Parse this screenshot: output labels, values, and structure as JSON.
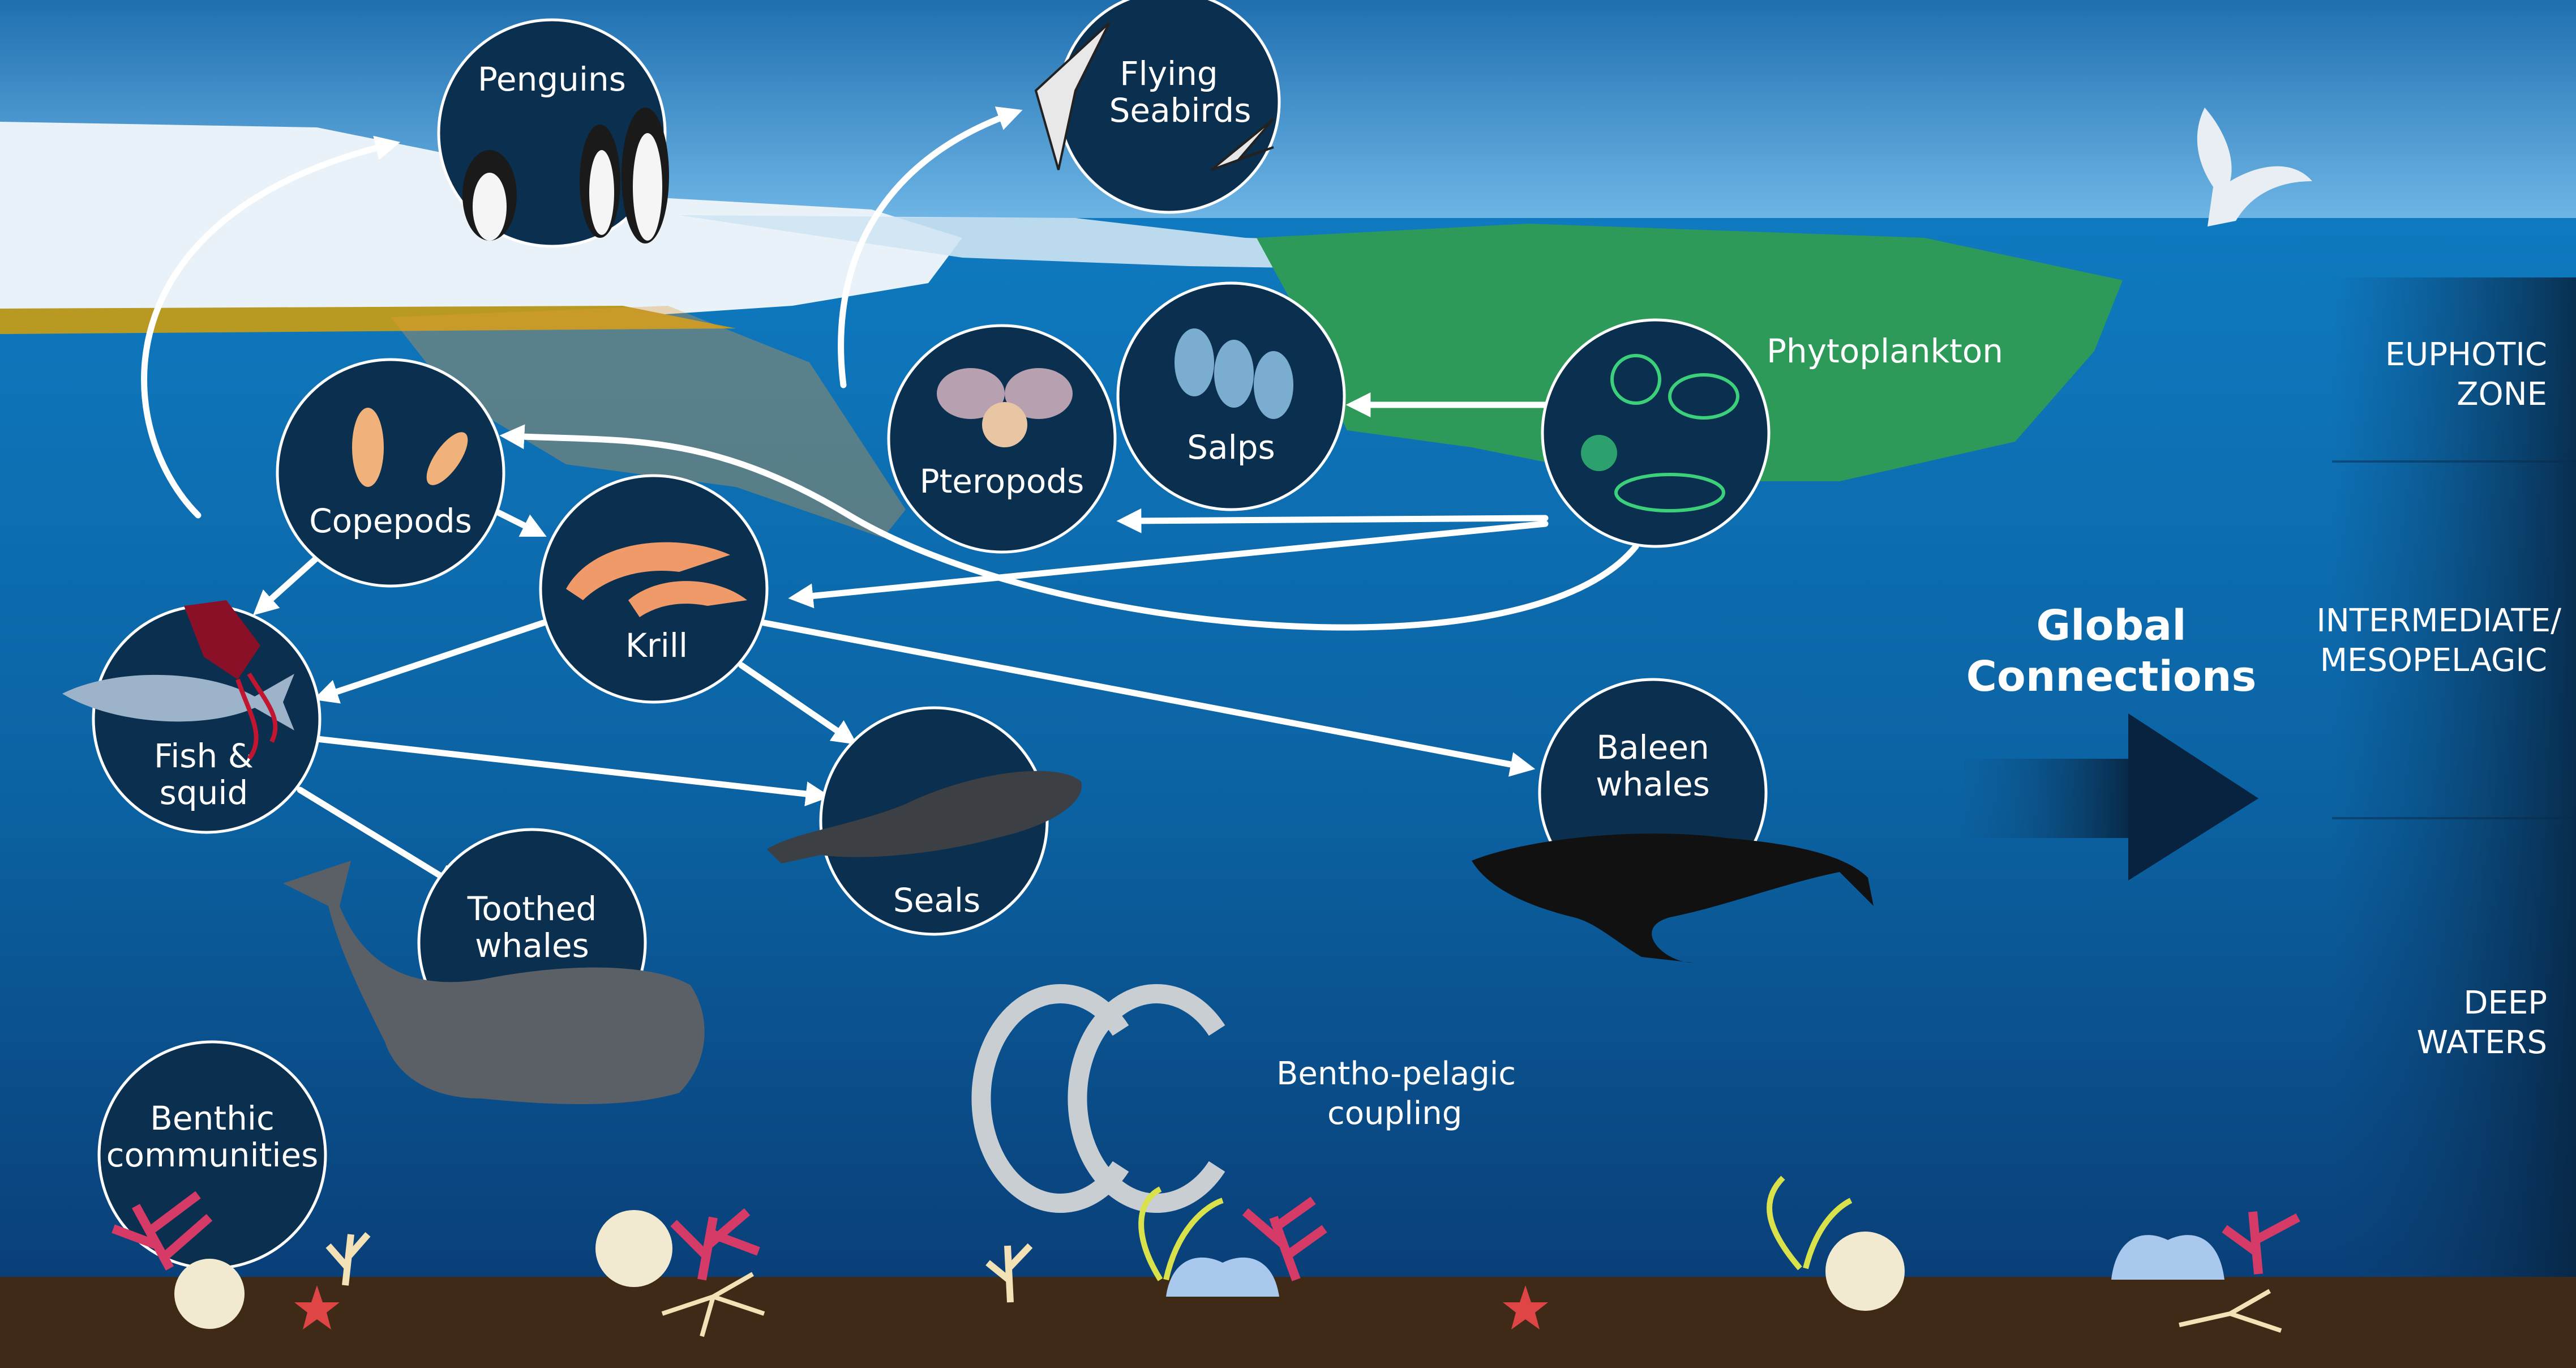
{
  "nodes": {
    "penguins": "Penguins",
    "flying_seabirds_1": "Flying",
    "flying_seabirds_2": "Seabirds",
    "copepods": "Copepods",
    "krill": "Krill",
    "pteropods": "Pteropods",
    "salps": "Salps",
    "phytoplankton": "Phytoplankton",
    "fish_squid_1": "Fish &",
    "fish_squid_2": "squid",
    "seals": "Seals",
    "baleen_whales_1": "Baleen",
    "baleen_whales_2": "whales",
    "toothed_whales_1": "Toothed",
    "toothed_whales_2": "whales",
    "benthic_1": "Benthic",
    "benthic_2": "communities"
  },
  "zones": {
    "euphotic_1": "EUPHOTIC",
    "euphotic_2": "ZONE",
    "intermediate_1": "INTERMEDIATE/",
    "intermediate_2": "MESOPELAGIC",
    "deep_1": "DEEP",
    "deep_2": "WATERS"
  },
  "global": {
    "line1": "Global",
    "line2": "Connections"
  },
  "coupling": {
    "line1": "Bentho-pelagic",
    "line2": "coupling"
  },
  "colors": {
    "sky": "#2f8fd0",
    "ocean": "#0d74b8",
    "deep": "#0a3d72",
    "seafloor": "#3e2a17",
    "phytoplankton": "#2e9a5a",
    "ice": "#e8f1f8",
    "node": "#0b2f4e"
  }
}
